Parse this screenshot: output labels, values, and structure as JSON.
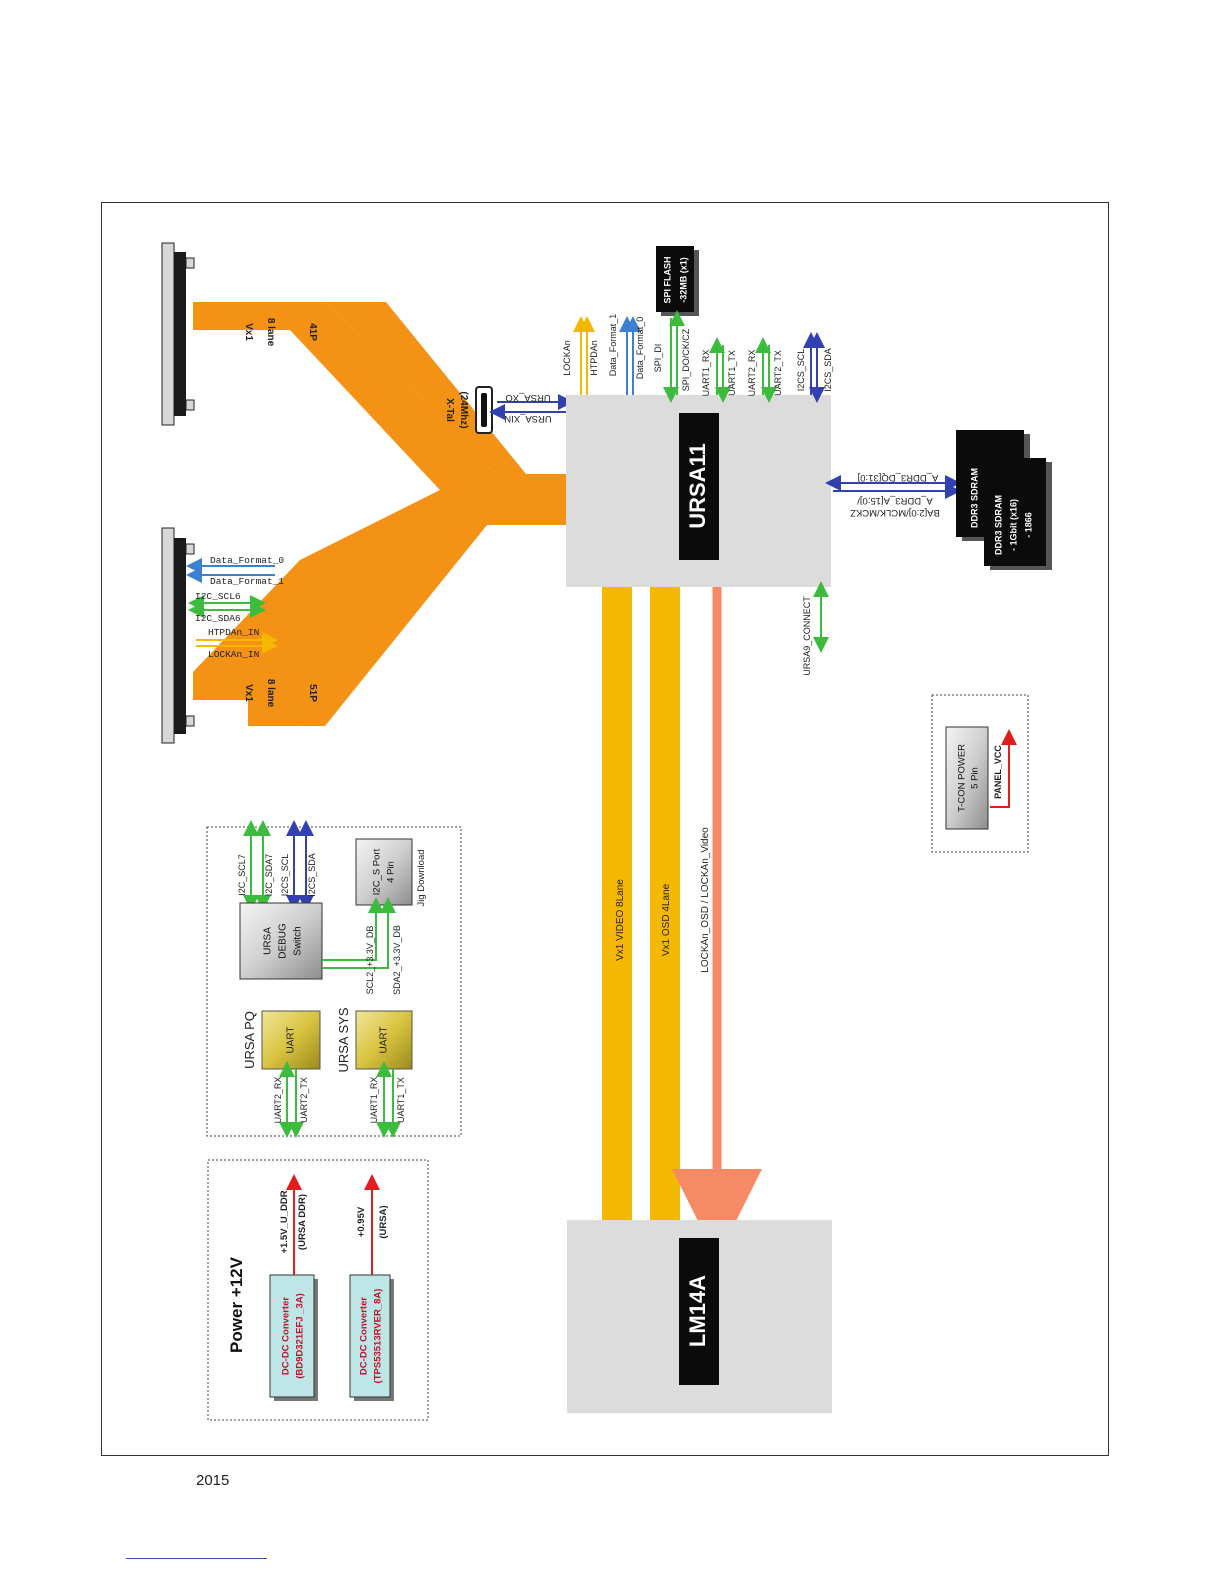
{
  "blocks": {
    "ursa11": "URSA11",
    "lm14a": "LM14A",
    "spi_flash": [
      "SPI FLASH",
      "-32MB (x1)"
    ],
    "ddr_a": "DDR3 SDRAM",
    "ddr_b": [
      "DDR3 SDRAM",
      "- 1Gbit (x16)",
      "- 1866"
    ],
    "xtal": [
      "X-Tal",
      "(24Mhz)"
    ],
    "tcon_power": [
      "T-CON POWER",
      "5 Pin"
    ],
    "panel_vcc": "PANEL_VCC",
    "ursa_debug": [
      "URSA",
      "DEBUG",
      "Switch"
    ],
    "i2c_port": [
      "I2C_S Port",
      "4 Pin"
    ],
    "jig_download": "Jig Download",
    "ursa_pq": "URSA PQ",
    "ursa_sys": "URSA SYS",
    "uart": "UART"
  },
  "connectors": {
    "top_label": [
      "Vx1",
      "8 lane",
      "41P"
    ],
    "bottom_label": [
      "Vx1",
      "8 lane",
      "51P"
    ]
  },
  "signals": {
    "xtal_out": "URSA_XO",
    "xtal_in": "URSA_XIN",
    "top": [
      "LOCKAn",
      "HTPDAn",
      "Data_Format_1",
      "Data_Format_0",
      "SPI_DI",
      "SPI_DO/CK/CZ",
      "UART1_RX",
      "UART1_TX",
      "UART2_RX",
      "UART2_TX",
      "I2CS_SCL",
      "I2CS_SDA"
    ],
    "ddr_dq": "A_DDR3_DQ[31:0]",
    "ddr_addr": [
      "A_DDR3_A[15:0]/",
      "BA[2:0]/MCLK/MCKZ"
    ],
    "ursa9_connect": "URSA9_CONNECT",
    "connector_side": [
      "Data_Format_0",
      "Data_Format_1",
      "I2C_SCL6",
      "I2C_SDA6",
      "HTPDAn_IN",
      "LOCKAn_IN"
    ],
    "vx1_video": "Vx1 VIDEO 8Lane",
    "vx1_osd": "Vx1 OSD 4Lane",
    "lockan": "LOCKAn_OSD / LOCKAn_Video",
    "debug_top": [
      "I2C_SCL7",
      "I2C_SDA7",
      "I2CS_SCL",
      "I2CS_SDA"
    ],
    "debug_mid": [
      "SCL2_+3.3V_DB",
      "SDA2_+3.3V_DB"
    ],
    "uart_pq": [
      "UART2_RX",
      "UART2_TX"
    ],
    "uart_sys": [
      "UART1_RX",
      "UART1_TX"
    ]
  },
  "power": {
    "title": "Power +12V",
    "conv1": [
      "DC-DC Converter",
      "(BD9D321EFJ _3A)"
    ],
    "conv1_out": [
      "+1.5V_U_DDR",
      "(URSA DDR)"
    ],
    "conv2": [
      "DC-DC Converter",
      "(TPS53513RVER_8A)"
    ],
    "conv2_out": [
      "+0.95V",
      "(URSA)"
    ]
  },
  "footer": {
    "year": "2015"
  },
  "colors": {
    "orange": "#f39214",
    "yellow": "#f5b800",
    "green": "#3dbb3d",
    "blue": "#3340b0",
    "lightblue": "#3d7fd0",
    "salmon": "#f58a64",
    "red": "#e01e1e",
    "gray": "#dcdcdc"
  }
}
